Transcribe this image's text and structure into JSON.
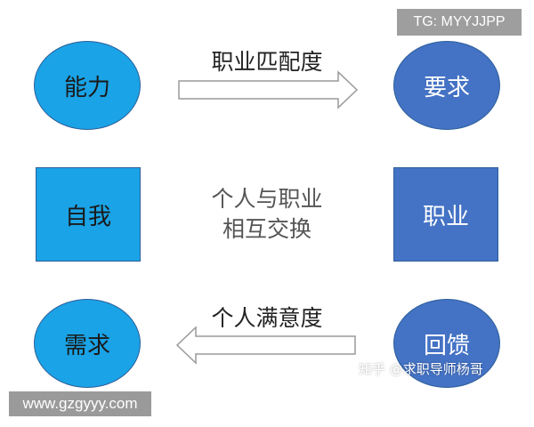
{
  "nodes": {
    "ability": "能力",
    "requirement": "要求",
    "self": "自我",
    "career": "职业",
    "needs": "需求",
    "return": "回馈"
  },
  "arrows": {
    "top_label": "职业匹配度",
    "bottom_label": "个人满意度"
  },
  "center_text": {
    "line1": "个人与职业",
    "line2": "相互交换"
  },
  "watermarks": {
    "tg": "TG: MYYJJPP",
    "url": "www.gzgyyy.com",
    "zhihu": "知乎 @求职导师杨哥"
  },
  "colors": {
    "light_blue": "#1aa3e6",
    "dark_blue": "#4472c4"
  }
}
